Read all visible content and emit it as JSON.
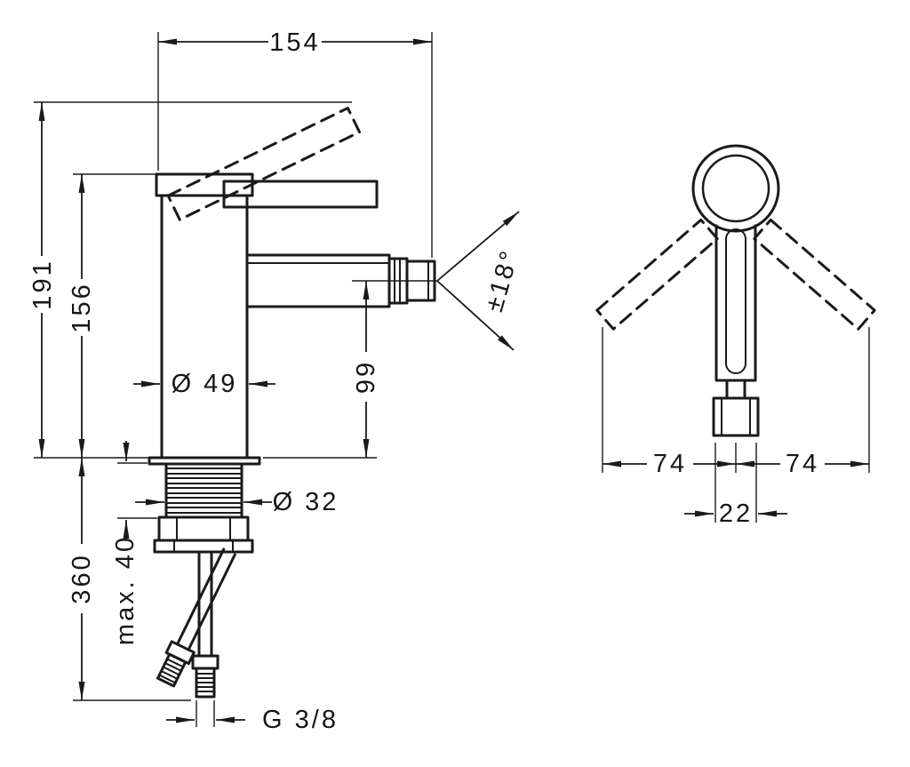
{
  "drawing": {
    "line_color": "#1a1a1a",
    "background": "#ffffff"
  },
  "side_view": {
    "dims": {
      "width": "154",
      "total_height": "191",
      "body_height": "156",
      "body_diameter": "Ø 49",
      "spout_height": "99",
      "spout_angle": "±18°",
      "shank_diameter": "Ø 32",
      "hose_length": "360",
      "max_mounting_thickness": "max. 40",
      "connection_thread": "G 3/8"
    }
  },
  "front_view": {
    "dims": {
      "handle_swing_left": "74",
      "handle_swing_right": "74",
      "spout_width": "22"
    }
  }
}
